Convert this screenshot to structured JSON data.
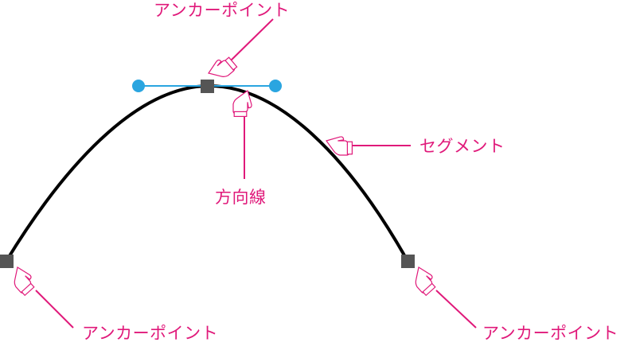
{
  "title": "Bezier path anatomy",
  "colors": {
    "annotation": "#e0197a",
    "path": "#000000",
    "anchor": "#555555",
    "handle": "#2aa5e0"
  },
  "labels": {
    "anchor_top": "アンカーポイント",
    "direction_line": "方向線",
    "segment": "セグメント",
    "anchor_left": "アンカーポイント",
    "anchor_right": "アンカーポイント"
  },
  "icons": {
    "pointer": "pointing-hand-icon"
  }
}
